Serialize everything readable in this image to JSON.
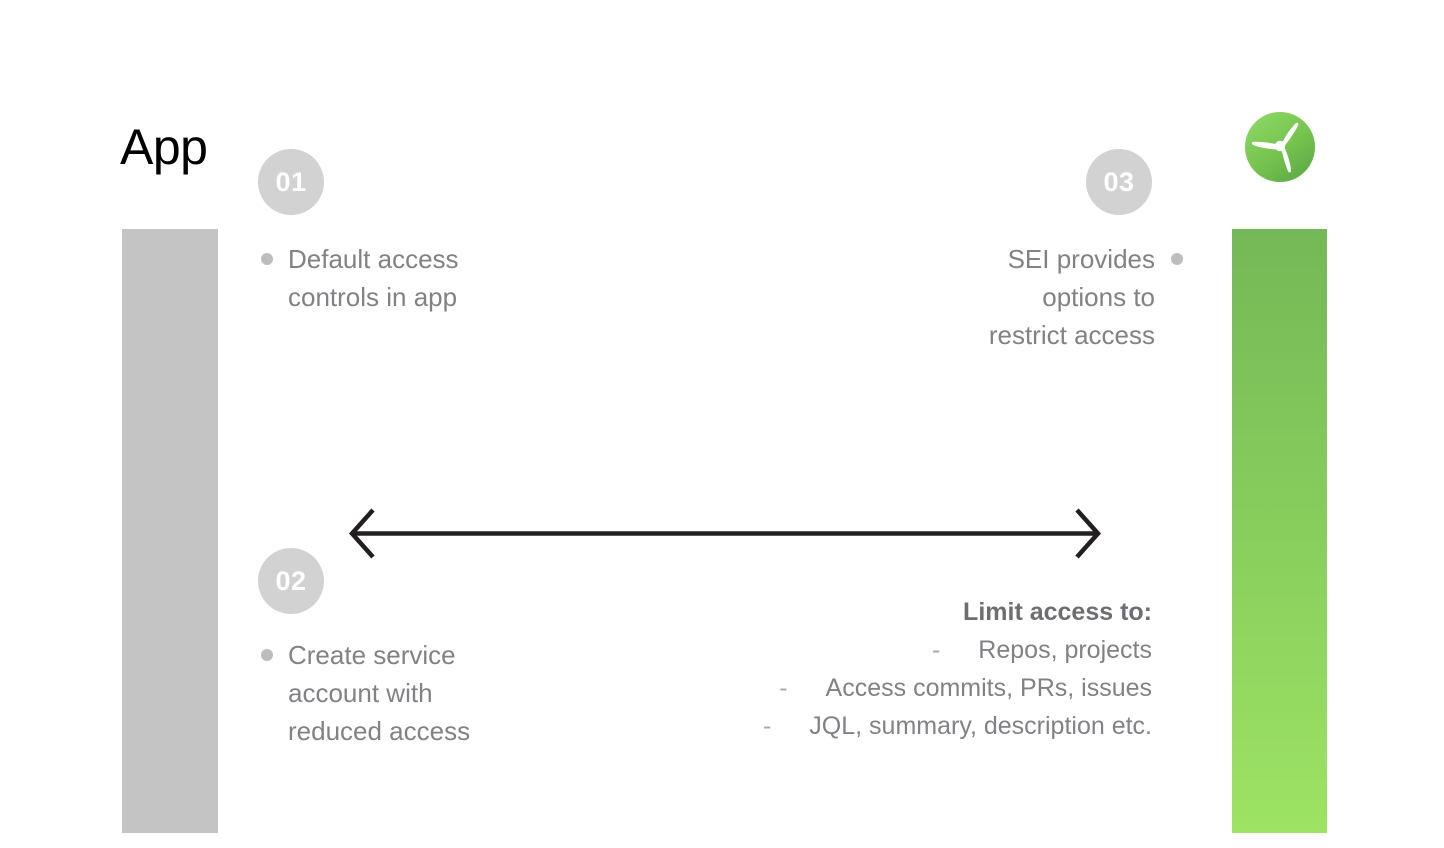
{
  "slide": {
    "title": "App",
    "background": "#ffffff"
  },
  "logo": {
    "name": "propeller-logo",
    "circle_color_top": "#86d25e",
    "circle_color_bottom": "#5aa944",
    "blade_color": "#ffffff"
  },
  "bars": {
    "left": {
      "label": "app-side-bar",
      "color": "#c4c4c4"
    },
    "right": {
      "label": "sei-side-bar",
      "gradient_top": "#75b857",
      "gradient_bottom": "#9ee363"
    }
  },
  "steps": [
    {
      "number": "01",
      "badge_color": "#d2d2d2",
      "align": "left",
      "lines": [
        "Default access",
        "controls in app"
      ],
      "text": "Default access controls in app"
    },
    {
      "number": "02",
      "badge_color": "#d2d2d2",
      "align": "left",
      "lines": [
        "Create service",
        "account with",
        "reduced access"
      ],
      "text": "Create service account with reduced access"
    },
    {
      "number": "03",
      "badge_color": "#d2d2d2",
      "align": "right",
      "lines": [
        "SEI provides",
        "options to",
        "restrict access"
      ],
      "text": "SEI provides options to restrict access"
    }
  ],
  "arrow": {
    "name": "double-headed-arrow",
    "color": "#231f20",
    "direction": "both"
  },
  "limit_access": {
    "title": "Limit access to:",
    "dash": "-",
    "items": [
      "Repos, projects",
      "Access commits, PRs, issues",
      "JQL, summary, description etc."
    ]
  }
}
